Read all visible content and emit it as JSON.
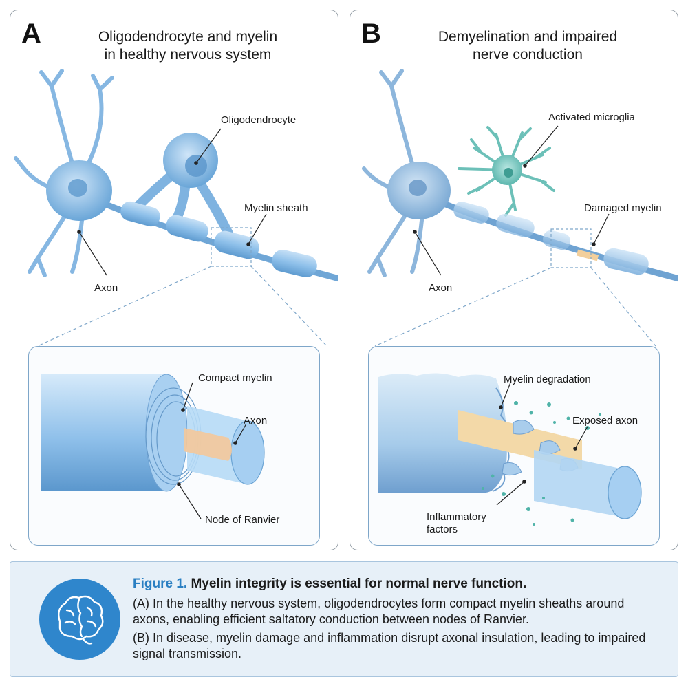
{
  "panel_a": {
    "letter": "A",
    "title_line1": "Oligodendrocyte and myelin",
    "title_line2": "in healthy nervous system",
    "labels": {
      "oligodendrocyte": "Oligodendrocyte",
      "myelin_sheath": "Myelin sheath",
      "axon": "Axon",
      "compact_myelin": "Compact myelin",
      "inset_axon": "Axon",
      "node_of_ranvier": "Node of Ranvier"
    }
  },
  "panel_b": {
    "letter": "B",
    "title_line1": "Demyelination and impaired",
    "title_line2": "nerve conduction",
    "labels": {
      "activated_microglia": "Activated microglia",
      "damaged_myelin": "Damaged myelin",
      "axon": "Axon",
      "myelin_degradation": "Myelin degradation",
      "exposed_axon": "Exposed axon",
      "inflammatory_line1": "Inflammatory",
      "inflammatory_line2": "factors"
    }
  },
  "caption": {
    "figure_label": "Figure 1.",
    "heading": "Myelin integrity is essential for normal nerve function.",
    "para_a": "(A) In the healthy nervous system, oligodendrocytes form compact myelin sheaths around axons, enabling efficient saltatory conduction between nodes of Ranvier.",
    "para_b": "(B) In disease, myelin damage and inflammation disrupt axonal insulation, leading to impaired signal transmission.",
    "icon": "brain-icon"
  },
  "colors": {
    "cell_blue": "#8fbde6",
    "myelin_blue": "#9cc8ec",
    "microglia_teal": "#7cc7c0",
    "axon_core": "#f4c89a",
    "caption_bg": "#e7f0f8",
    "accent": "#2a7fc2"
  }
}
